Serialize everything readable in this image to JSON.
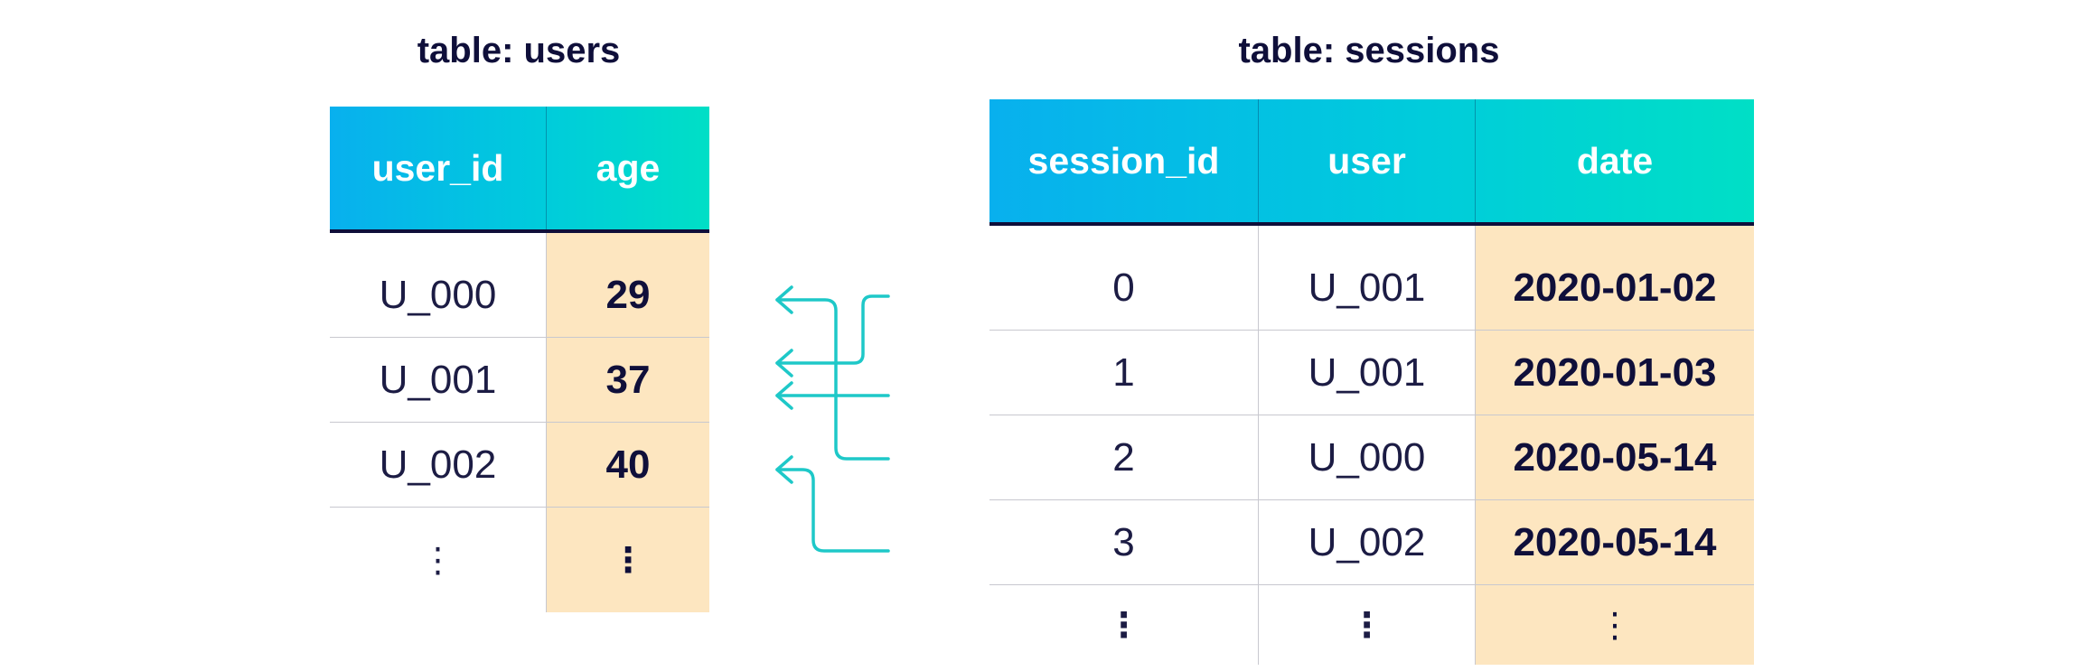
{
  "users_table": {
    "title": "table: users",
    "columns": [
      "user_id",
      "age"
    ],
    "rows": [
      [
        "U_000",
        "29"
      ],
      [
        "U_001",
        "37"
      ],
      [
        "U_002",
        "40"
      ],
      [
        "⋮",
        "⋮"
      ]
    ]
  },
  "sessions_table": {
    "title": "table: sessions",
    "columns": [
      "session_id",
      "user",
      "date"
    ],
    "rows": [
      [
        "0",
        "U_001",
        "2020-01-02"
      ],
      [
        "1",
        "U_001",
        "2020-01-03"
      ],
      [
        "2",
        "U_000",
        "2020-05-14"
      ],
      [
        "3",
        "U_002",
        "2020-05-14"
      ],
      [
        "⋮",
        "⋮",
        "⋮"
      ]
    ]
  },
  "colors": {
    "header_gradient_start": "#08b0ee",
    "header_gradient_end": "#00dfc6",
    "highlight_cell": "#fde6c0",
    "arrow": "#1ec8c8",
    "rule": "#0f0f3a"
  }
}
